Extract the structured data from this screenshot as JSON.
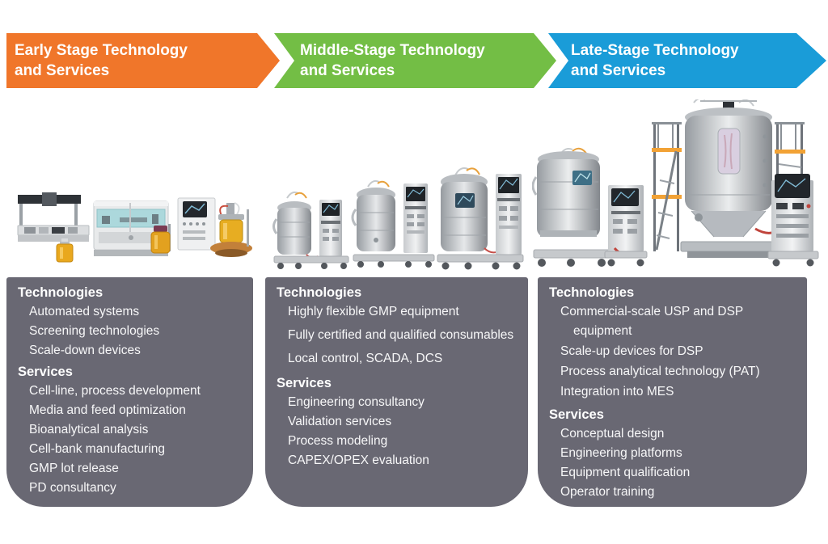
{
  "colors": {
    "early_orange": "#F0762A",
    "middle_green": "#73BE45",
    "late_blue": "#1A9CD8",
    "panel_gray": "#696873"
  },
  "stages": [
    {
      "id": "early",
      "banner_line1": "Early Stage Technology",
      "banner_line2": "and Services",
      "technologies_heading": "Technologies",
      "technologies": [
        "Automated systems",
        "Screening technologies",
        "Scale-down devices"
      ],
      "services_heading": "Services",
      "services": [
        "Cell-line, process development",
        "Media and feed optimization",
        "Bioanalytical analysis",
        "Cell-bank manufacturing",
        "GMP lot release",
        "PD consultancy"
      ]
    },
    {
      "id": "middle",
      "banner_line1": "Middle-Stage Technology",
      "banner_line2": "and Services",
      "technologies_heading": "Technologies",
      "technologies": [
        "Highly flexible GMP equipment",
        "Fully certified and qualified consumables",
        "Local control, SCADA, DCS"
      ],
      "services_heading": "Services",
      "services": [
        "Engineering consultancy",
        "Validation services",
        "Process modeling",
        "CAPEX/OPEX evaluation"
      ]
    },
    {
      "id": "late",
      "banner_line1": "Late-Stage Technology",
      "banner_line2": "and Services",
      "technologies_heading": "Technologies",
      "technologies": [
        "Commercial-scale USP and DSP equipment",
        "Scale-up devices for DSP",
        "Process analytical technology (PAT)",
        "Integration into MES"
      ],
      "services_heading": "Services",
      "services": [
        "Conceptual design",
        "Engineering platforms",
        "Equipment qualification",
        "Operator training"
      ]
    }
  ]
}
